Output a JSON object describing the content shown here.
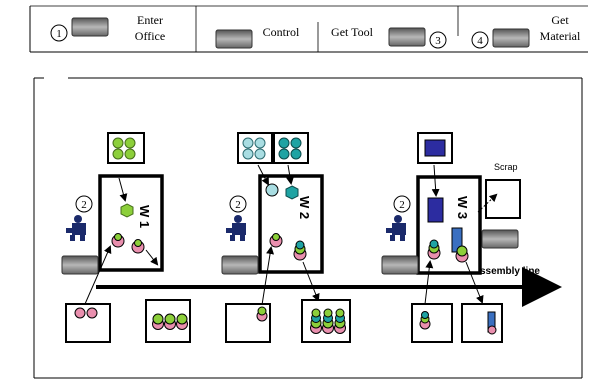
{
  "legend": {
    "items": [
      {
        "number": "①",
        "label": "Enter\nOffice"
      },
      {
        "number": "",
        "label": "Control"
      },
      {
        "number": "③",
        "label": "Get Tool"
      },
      {
        "number": "④",
        "label": "Get\nMaterial"
      }
    ]
  },
  "workstations": [
    {
      "label": "W 1",
      "worker_marker": "②"
    },
    {
      "label": "W 2",
      "worker_marker": "②"
    },
    {
      "label": "W 3",
      "worker_marker": "②"
    }
  ],
  "scrap_label": "Scrap",
  "assembly_line_label": "Assembly line",
  "colors": {
    "green": "#8ccf3a",
    "light_cyan": "#a9dde2",
    "teal": "#1fa3a3",
    "pink": "#e98fae",
    "navy": "#2c2ca0",
    "gray": "#8a8a8a",
    "blue": "#3a6fc0"
  }
}
